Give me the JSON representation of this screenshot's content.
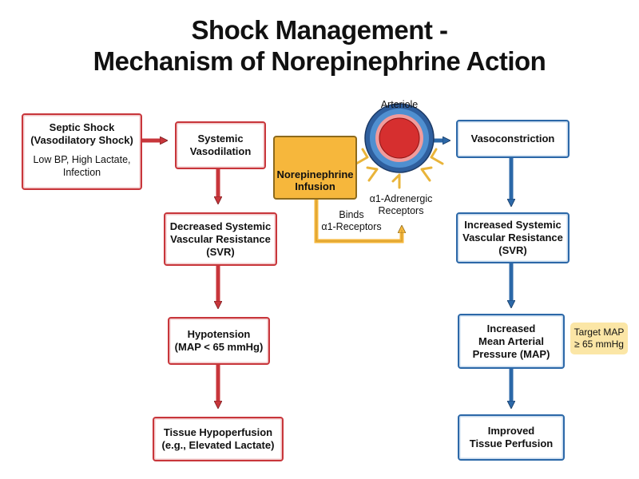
{
  "title": {
    "line1": "Shock Management -",
    "line2": "Mechanism of Norepinephrine Action"
  },
  "left_column": {
    "septic_shock": {
      "line1": "Septic Shock",
      "line2": "(Vasodilatory Shock)",
      "detail_line1": "Low BP, High Lactate,",
      "detail_line2": "Infection"
    },
    "systemic_vasodilation": {
      "line1": "Systemic",
      "line2": "Vasodilation"
    },
    "decreased_svr": {
      "line1": "Decreased Systemic",
      "line2": "Vascular Resistance",
      "line3": "(SVR)"
    },
    "hypotension": {
      "line1": "Hypotension",
      "line2": "(MAP < 65 mmHg)"
    },
    "tissue_hypoperfusion": {
      "line1": "Tissue Hypoperfusion",
      "line2": "(e.g., Elevated Lactate)"
    }
  },
  "center": {
    "norepinephrine": {
      "line1": "Norepinephrine",
      "line2": "Infusion",
      "icon": "syringe-icon"
    },
    "binds_label": {
      "line1": "Binds",
      "line2": "α1-Receptors"
    },
    "arteriole_label": "Arteriole",
    "receptors_label": {
      "line1": "α1-Adrenergic",
      "line2": "Receptors"
    }
  },
  "right_column": {
    "vasoconstriction": "Vasoconstriction",
    "increased_svr": {
      "line1": "Increased Systemic",
      "line2": "Vascular Resistance",
      "line3": "(SVR)"
    },
    "increased_map": {
      "line1": "Increased",
      "line2": "Mean Arterial",
      "line3": "Pressure (MAP)"
    },
    "target_map": {
      "line1": "Target MAP",
      "line2": "≥ 65 mmHg"
    },
    "improved_perfusion": {
      "line1": "Improved",
      "line2": "Tissue Perfusion"
    }
  },
  "colors": {
    "red": "#c8363b",
    "blue": "#2c68a8",
    "norepinephrine_fill": "#f6b73c",
    "receptor_gold": "#e9b43a",
    "target_fill": "#fbe6a6"
  }
}
